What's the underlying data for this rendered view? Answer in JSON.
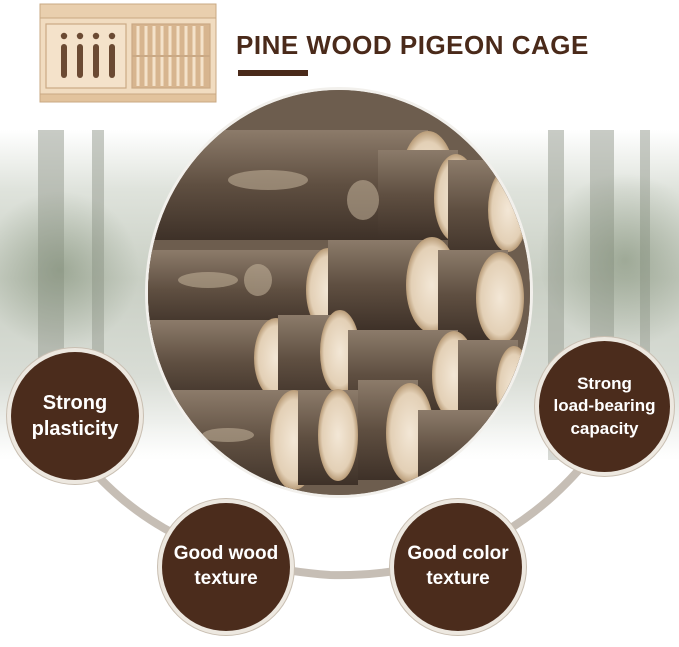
{
  "title": "PINE WOOD PIGEON CAGE",
  "colors": {
    "brand_brown": "#4b2c1c",
    "title_brown": "#4a2a1a",
    "wood_light": "#e9cfae",
    "arc_gray": "#b8aea3"
  },
  "icons": {
    "cage": "pigeon-cage-illustration",
    "logs": "pine-log-pile-photo"
  },
  "features": [
    {
      "lines": [
        "Strong",
        "plasticity"
      ]
    },
    {
      "lines": [
        "Strong",
        "load-bearing",
        "capacity"
      ]
    },
    {
      "lines": [
        "Good wood",
        "texture"
      ]
    },
    {
      "lines": [
        "Good color",
        "texture"
      ]
    }
  ]
}
